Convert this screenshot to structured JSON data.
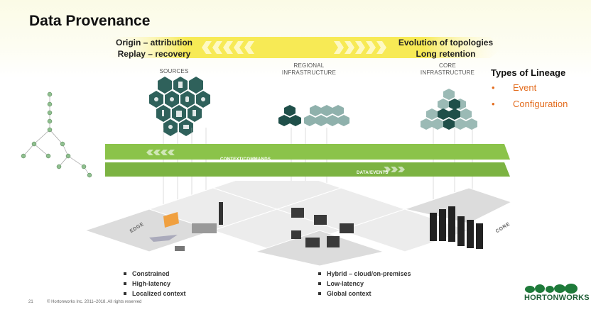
{
  "slide": {
    "title": "Data Provenance",
    "left_caption_line1": "Origin – attribution",
    "left_caption_line2": "Replay – recovery",
    "right_caption_line1": "Evolution of topologies",
    "right_caption_line2": "Long retention",
    "column_sources": "SOURCES",
    "column_regional_1": "REGIONAL",
    "column_regional_2": "INFRASTRUCTURE",
    "column_core_1": "CORE",
    "column_core_2": "INFRASTRUCTURE",
    "lineage_title": "Types of Lineage",
    "lineage_items": [
      "Event",
      "Configuration"
    ],
    "band_context": "CONTEXT/COMMANDS",
    "band_data": "DATA/EVENTS",
    "iso_edge": "EDGE",
    "iso_core": "CORE",
    "edge_bullets": [
      "Constrained",
      "High-latency",
      "Localized context"
    ],
    "regional_bullets": [
      "Hybrid – cloud/on-premises",
      "Low-latency",
      "Global context"
    ],
    "page_number": "21",
    "copyright": "© Hortonworks Inc. 2011–2018. All rights reserved",
    "brand": "HORTONWORKS",
    "brand_color": "#1e5e36",
    "accent_orange": "#e36c1e",
    "accent_green": "#8bc34a",
    "hex_dark": "#1f4f49",
    "hex_mid": "#5d8f88",
    "hex_light": "#9bbab5"
  },
  "icons": [
    "document-icon",
    "checkmark-icon",
    "map-pin-icon",
    "users-icon",
    "mouse-icon",
    "satellite-icon",
    "database-icon",
    "thermometer-icon",
    "lightbulb-icon",
    "mobile-icon",
    "camera-icon",
    "airplane-icon",
    "truck-icon",
    "car-icon",
    "server-rack-icon",
    "person-icon",
    "elephant-logo-icon"
  ]
}
